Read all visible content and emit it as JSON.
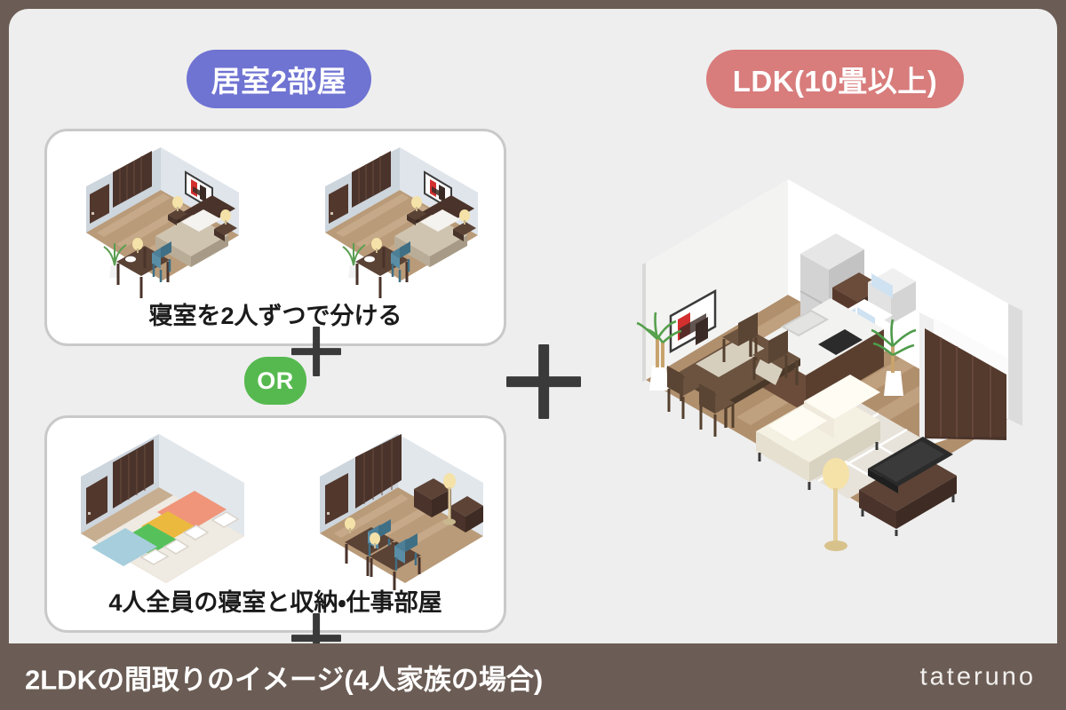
{
  "theme": {
    "frame_color": "#6b5d55",
    "panel_color": "#eeeeee",
    "card_bg": "#ffffff",
    "card_border": "#c9c9c9",
    "badge_rooms_color": "#6f73d2",
    "badge_ldk_color": "#d87c7c",
    "or_color": "#56b94f",
    "plus_color": "#3a3a3a",
    "text_color": "#1b1b1b"
  },
  "badges": {
    "rooms": "居室2部屋",
    "ldk": "LDK(10畳以上)"
  },
  "options": {
    "or_label": "OR",
    "plus_label": "+",
    "option_a": {
      "caption": "寝室を2人ずつで分ける",
      "scenes": [
        "bedroom-a",
        "bedroom-b"
      ]
    },
    "option_b": {
      "caption": "4人全員の寝室と収納・仕事部屋",
      "scenes": [
        "futon-room",
        "work-storage-room"
      ]
    }
  },
  "ldk": {
    "scene": "ldk-room"
  },
  "footer": {
    "title": "2LDKの間取りのイメージ(4人家族の場合)",
    "logo": "tateruno"
  }
}
